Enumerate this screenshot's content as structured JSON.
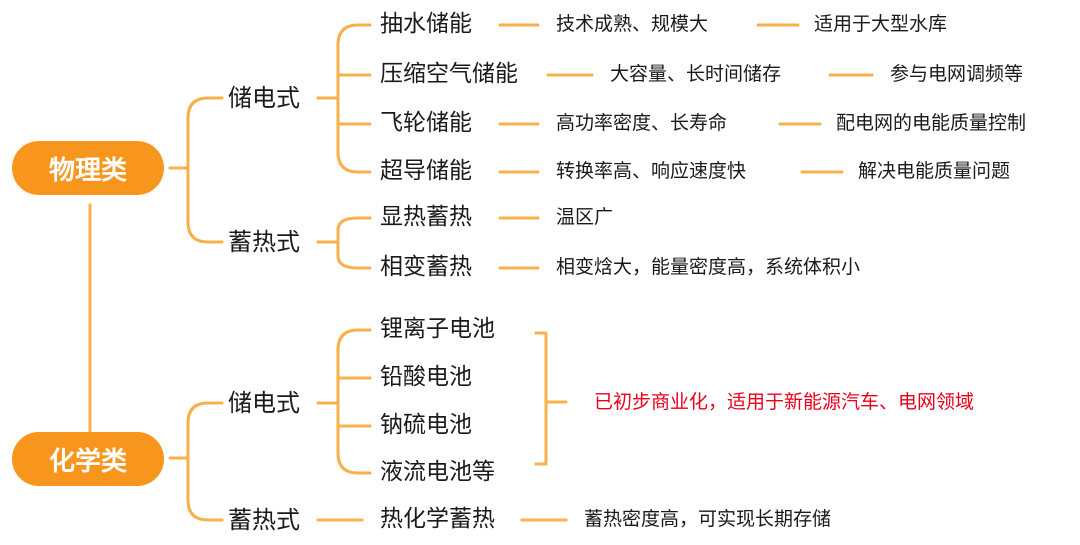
{
  "colors": {
    "accent": "#f7951d",
    "connector": "#f5a94a",
    "bracket": "#f7a935",
    "note": "#e8001c"
  },
  "physical": {
    "label": "物理类",
    "storage": {
      "label": "储电式",
      "items": [
        {
          "name": "抽水储能",
          "feature": "技术成熟、规模大",
          "use": "适用于大型水库"
        },
        {
          "name": "压缩空气储能",
          "feature": "大容量、长时间储存",
          "use": "参与电网调频等"
        },
        {
          "name": "飞轮储能",
          "feature": "高功率密度、长寿命",
          "use": "配电网的电能质量控制"
        },
        {
          "name": "超导储能",
          "feature": "转换率高、响应速度快",
          "use": "解决电能质量问题"
        }
      ]
    },
    "thermal": {
      "label": "蓄热式",
      "items": [
        {
          "name": "显热蓄热",
          "feature": "温区广"
        },
        {
          "name": "相变蓄热",
          "feature": "相变焓大，能量密度高，系统体积小"
        }
      ]
    }
  },
  "chemical": {
    "label": "化学类",
    "storage": {
      "label": "储电式",
      "items": [
        "锂离子电池",
        "铅酸电池",
        "钠硫电池",
        "液流电池等"
      ],
      "note": "已初步商业化，适用于新能源汽车、电网领域"
    },
    "thermal": {
      "label": "蓄热式",
      "item": "热化学蓄热",
      "feature": "蓄热密度高，可实现长期存储"
    }
  }
}
